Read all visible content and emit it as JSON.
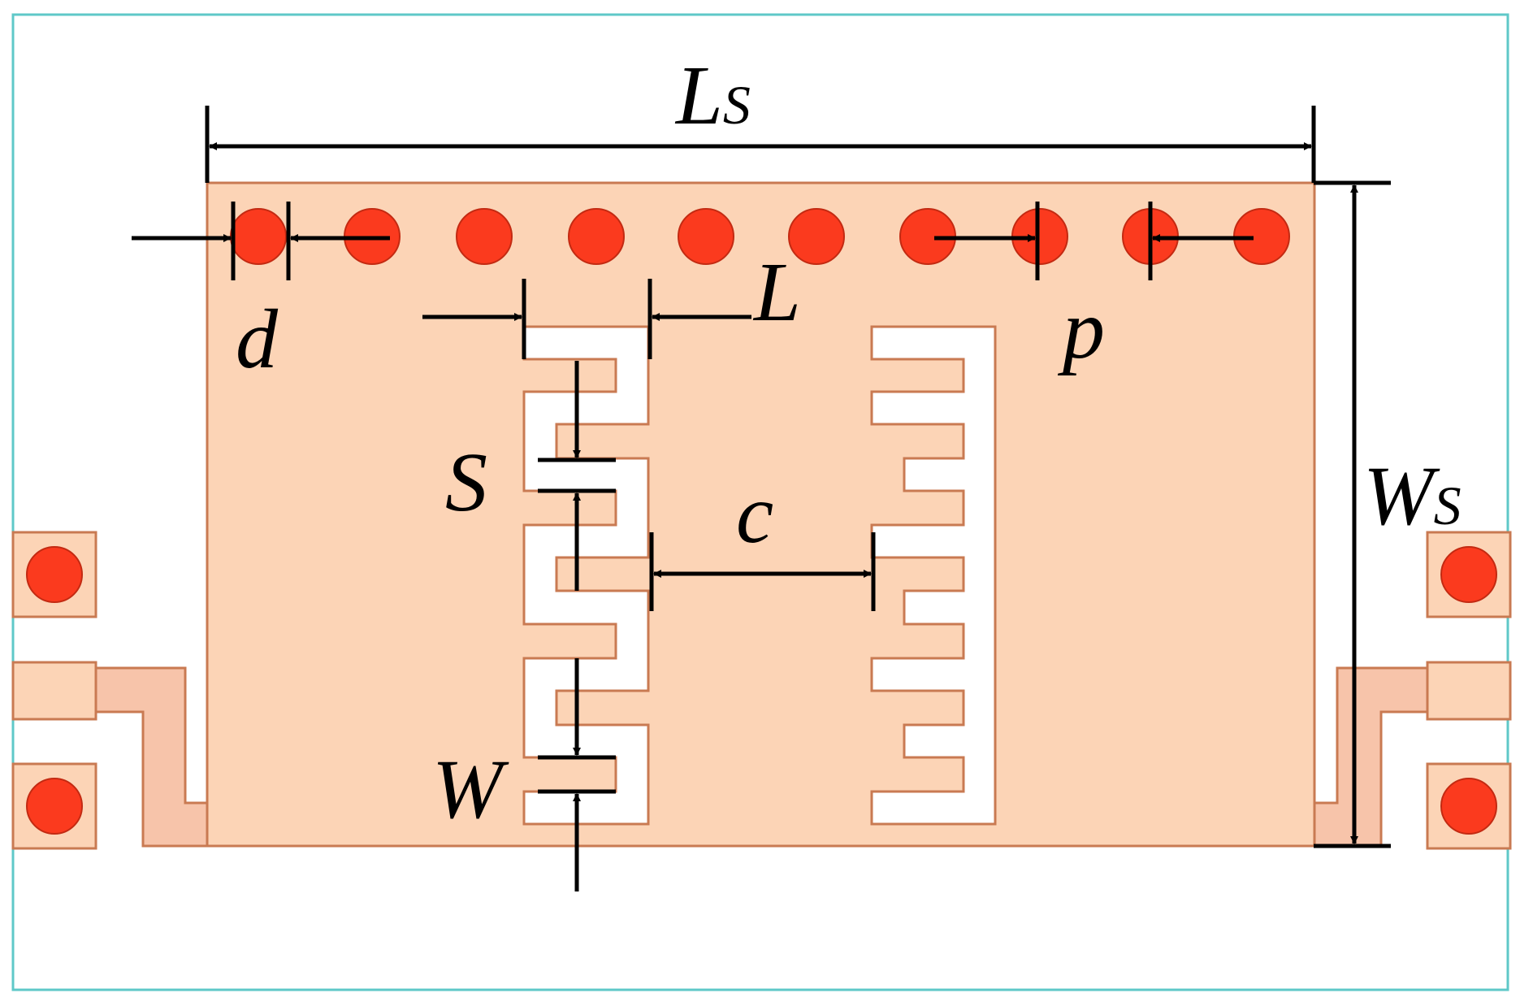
{
  "colors": {
    "substrate": "#fcd4b6",
    "substrate_edge": "#c97a52",
    "via": "#fb3a1e",
    "via_edge": "#c32a12",
    "feed": "#f7c4aa",
    "frame": "#5fc8c8",
    "annotation": "#000000",
    "slot": "#ffffff"
  },
  "labels": {
    "ls_main": "L",
    "ls_sub": "S",
    "ws_main": "W",
    "ws_sub": "S",
    "d": "d",
    "p": "p",
    "l": "L",
    "s": "S",
    "c": "c",
    "w": "W"
  }
}
